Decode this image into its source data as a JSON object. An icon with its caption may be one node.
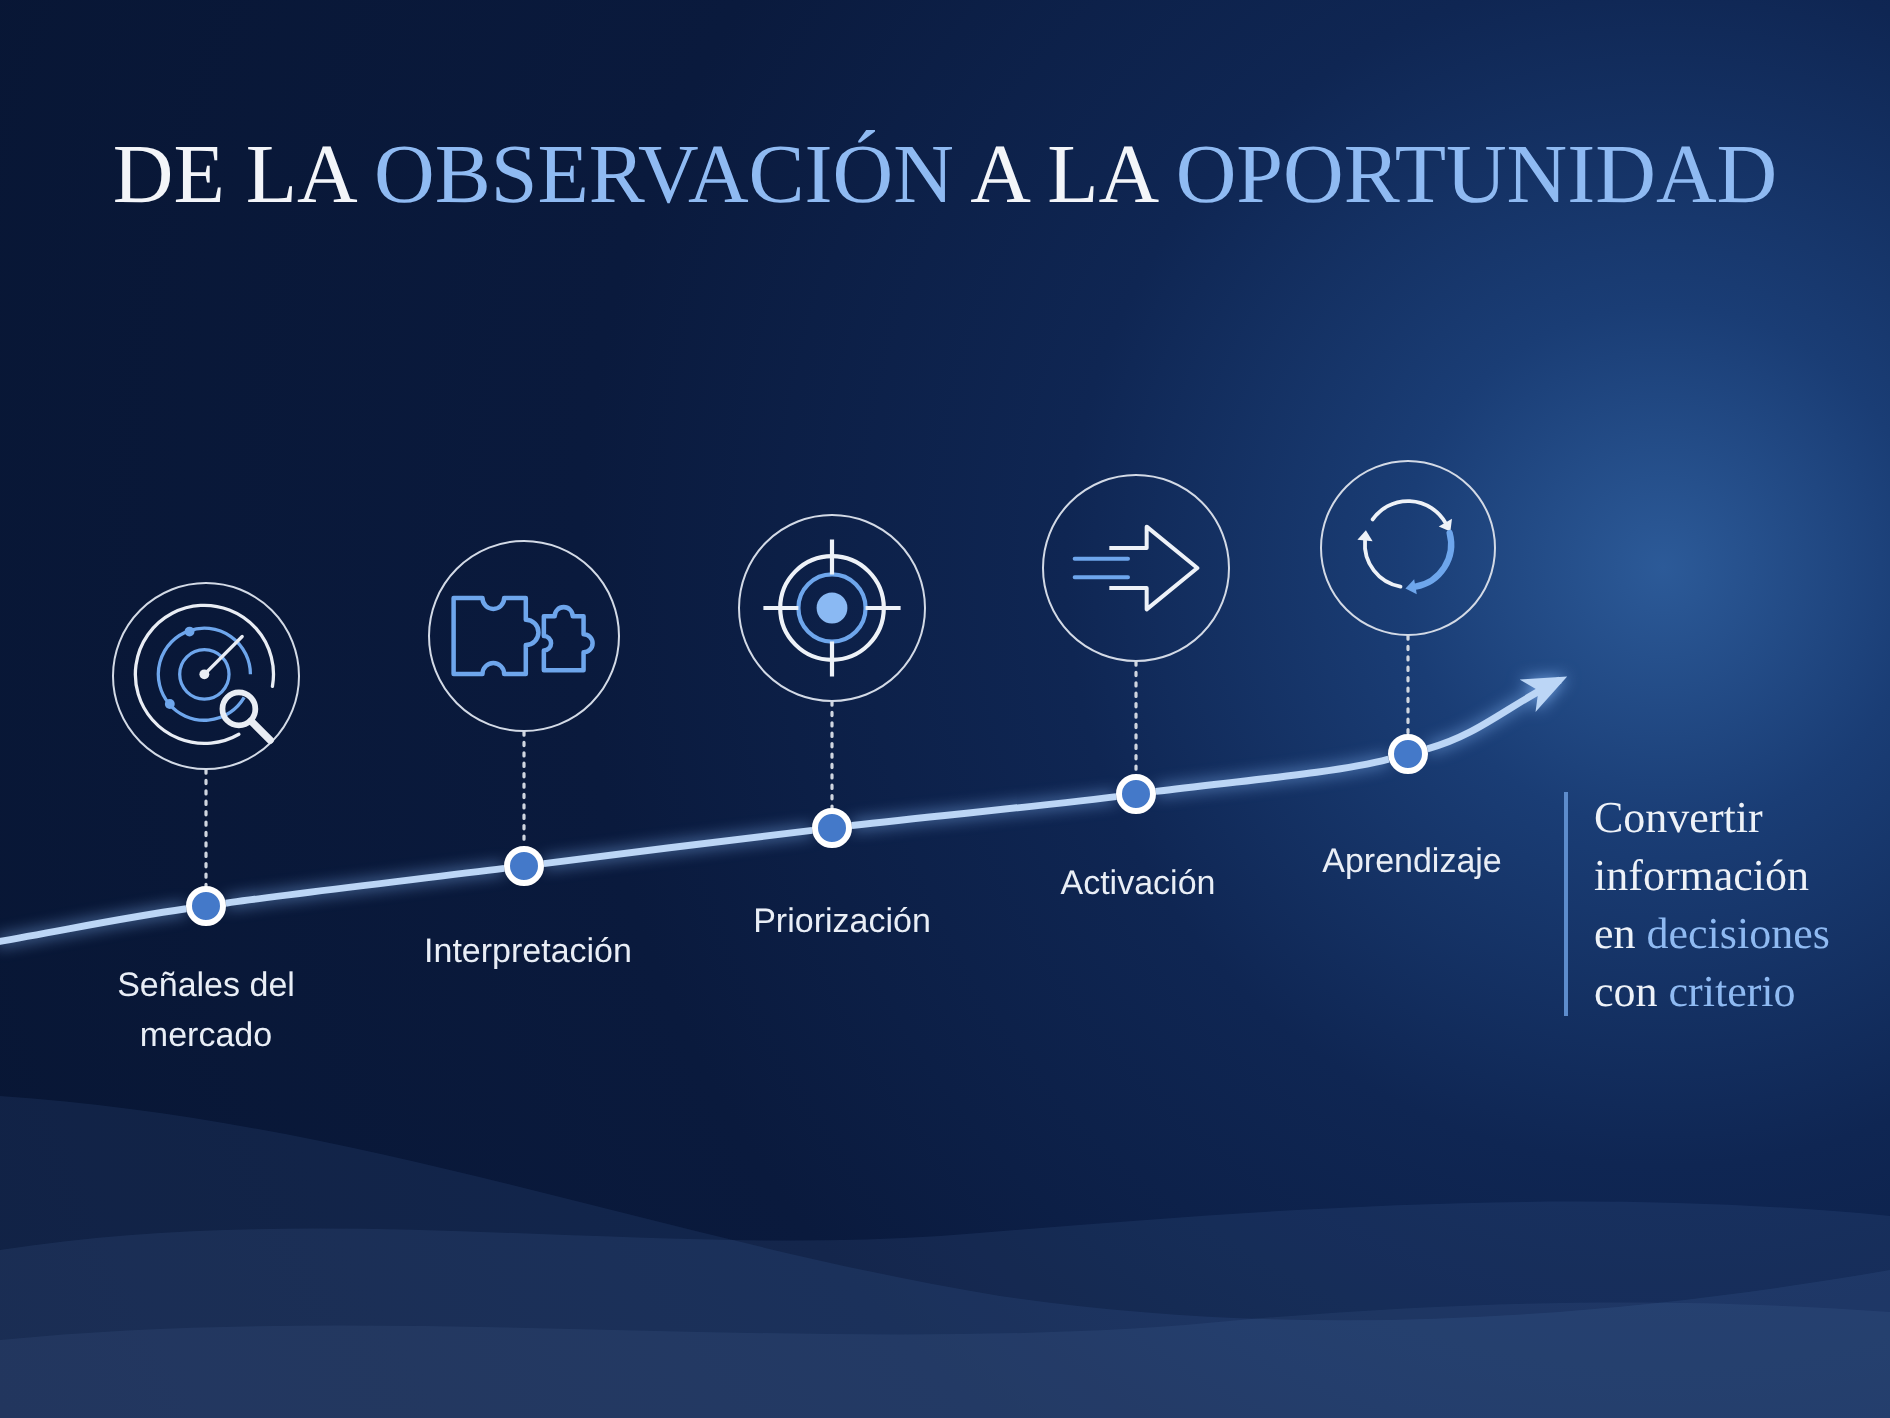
{
  "diagram": {
    "title": "DE LA **OBSERVACIÓN** A LA **OPORTUNIDAD**",
    "nodes": [
      {
        "text": [],
        "shape": "circle"
      },
      {
        "text": [],
        "shape": "circle"
      },
      {
        "text": [],
        "shape": "circle"
      },
      {
        "text": [],
        "shape": "circle"
      },
      {
        "text": [],
        "shape": "circle"
      },
      {
        "text": [],
        "shape": "circle",
        "beside": [
          "Señales del mercado"
        ]
      },
      {
        "text": [],
        "shape": "circle",
        "beside": [
          "Interpretación"
        ]
      },
      {
        "text": [],
        "shape": "circle",
        "beside": [
          "Priorización"
        ]
      },
      {
        "text": [],
        "shape": "circle",
        "beside": [
          "Activación"
        ]
      },
      {
        "text": [],
        "shape": "circle",
        "beside": [
          "Aprendizaje"
        ]
      }
    ],
    "edges": [
      {
        "from": 0,
        "to": 5,
        "arrow": "none",
        "style": "dashed",
        "color": "#d0d6e0"
      },
      {
        "from": 1,
        "to": 6,
        "arrow": "none",
        "style": "dashed",
        "color": "#d0d6e0"
      },
      {
        "from": 2,
        "to": 7,
        "arrow": "none",
        "style": "dashed",
        "color": "#d0d6e0"
      },
      {
        "from": 3,
        "to": 8,
        "arrow": "none",
        "style": "dashed",
        "color": "#d0d6e0"
      },
      {
        "from": 4,
        "to": 9,
        "arrow": "none",
        "style": "dashed",
        "color": "#d0d6e0"
      },
      {
        "from": null,
        "to": 5,
        "arrow": "none"
      },
      {
        "from": 5,
        "to": 6,
        "arrow": "none"
      },
      {
        "from": 6,
        "to": 7,
        "arrow": "none"
      },
      {
        "from": 7,
        "to": 8,
        "arrow": "none"
      },
      {
        "from": 8,
        "to": 9,
        "arrow": "none"
      },
      {
        "from": 9,
        "to": null,
        "arrow": "to"
      }
    ],
    "labels": [
      "Convertir información en **decisiones** con **criterio**"
    ]
  }
}
